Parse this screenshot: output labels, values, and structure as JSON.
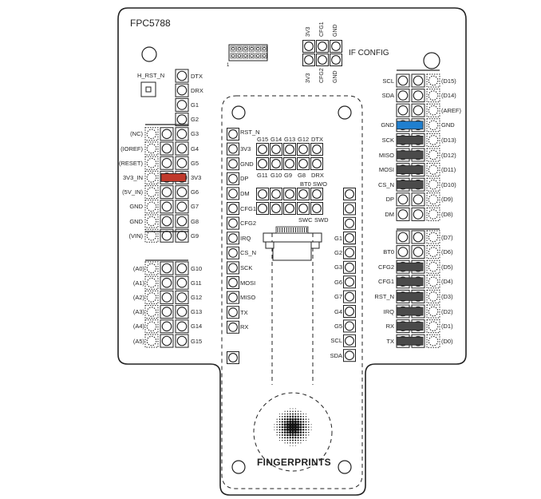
{
  "board": {
    "name": "FPC5788",
    "if_config_label": "IF CONFIG",
    "brand": "FINGERPRINTS",
    "hrst_label": "H_RST_N",
    "connector_pin1": "1",
    "if_config_top": [
      "3V3",
      "CFG1",
      "GND"
    ],
    "if_config_bottom": [
      "3V3",
      "CFG2",
      "GND"
    ]
  },
  "left_header": {
    "right_labels": [
      "DTX",
      "DRX",
      "G1",
      "G2",
      "G3",
      "G4",
      "G5",
      "3V3",
      "G6",
      "G7",
      "G8",
      "G9"
    ],
    "left_labels": [
      "(NC)",
      "(IOREF)",
      "(RESET)",
      "3V3_IN",
      "(5V_IN)",
      "GND",
      "GND",
      "(VIN)"
    ]
  },
  "analog_header": {
    "left_labels": [
      "(A0)",
      "(A1)",
      "(A2)",
      "(A3)",
      "(A4)",
      "(A5)"
    ],
    "right_labels": [
      "G10",
      "G11",
      "G12",
      "G13",
      "G14",
      "G15"
    ]
  },
  "middle_left": {
    "labels": [
      "RST_N",
      "3V3",
      "GND",
      "DP",
      "DM",
      "CFG1",
      "CFG2",
      "IRQ",
      "CS_N",
      "SCK",
      "MOSI",
      "MISO",
      "TX",
      "RX"
    ]
  },
  "middle_grid": {
    "top_labels": [
      "G15",
      "G14",
      "G13",
      "G12",
      "DTX"
    ],
    "bottom_labels": [
      "G11",
      "G10",
      "G9",
      "G8",
      "DRX"
    ],
    "lower_top_labels": [
      "BT0",
      "SWO"
    ],
    "lower_bottom_labels": [
      "SWC",
      "SWD"
    ]
  },
  "middle_right": {
    "labels": [
      "G1",
      "G2",
      "G3",
      "G6",
      "G7",
      "G4",
      "G5",
      "SCL",
      "SDA"
    ]
  },
  "right_header_top": {
    "left_labels": [
      "SCL",
      "SDA",
      "",
      "GND",
      "SCK",
      "MISO",
      "MOSI",
      "CS_N",
      "DP",
      "DM"
    ],
    "right_labels": [
      "(D15)",
      "(D14)",
      "(AREF)",
      "GND",
      "(D13)",
      "(D12)",
      "(D11)",
      "(D10)",
      "(D9)",
      "(D8)"
    ]
  },
  "right_header_bottom": {
    "left_labels": [
      "",
      "BT0",
      "CFG2",
      "CFG1",
      "RST_N",
      "IRQ",
      "RX",
      "TX"
    ],
    "right_labels": [
      "(D7)",
      "(D6)",
      "(D5)",
      "(D4)",
      "(D3)",
      "(D2)",
      "(D1)",
      "(D0)"
    ]
  },
  "colors": {
    "jumper_red": "#c0392b",
    "jumper_blue": "#1f7fcf",
    "jumper_gray": "#4a4a4a"
  }
}
